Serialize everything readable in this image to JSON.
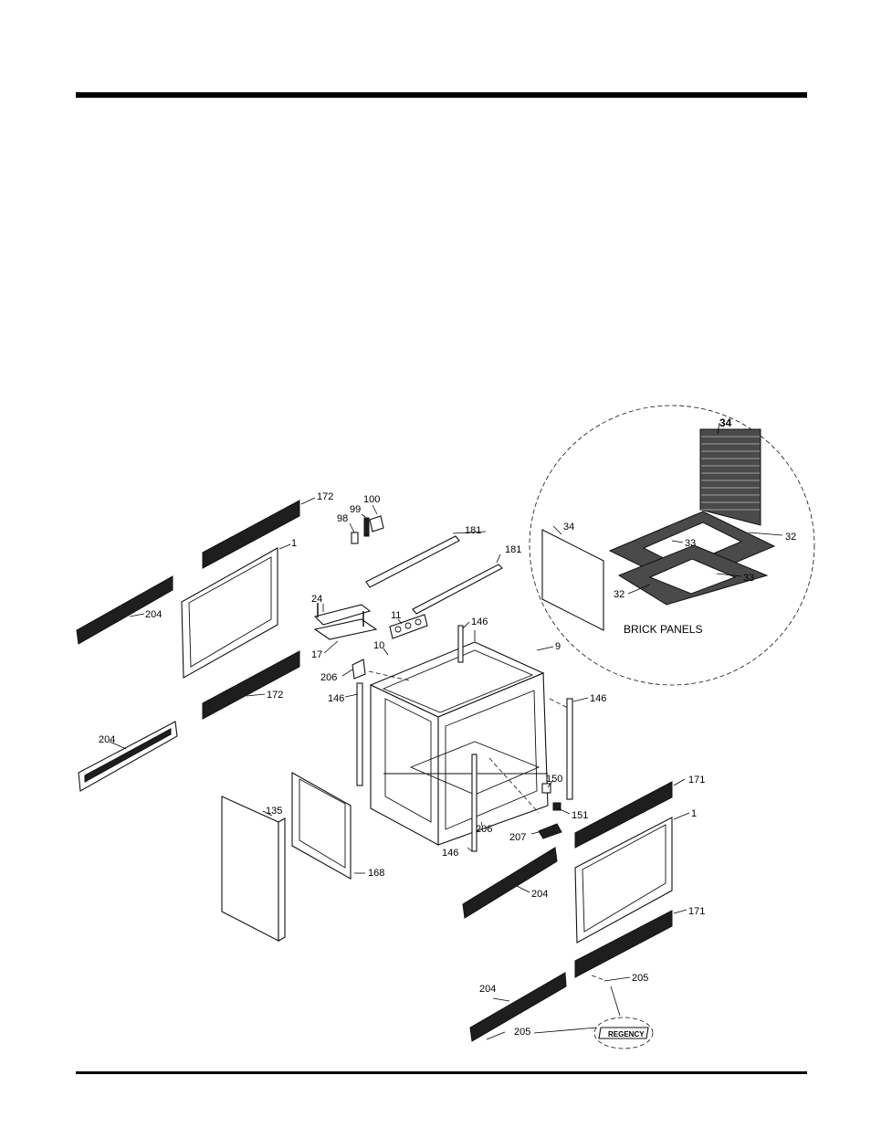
{
  "callouts": {
    "c172a": "172",
    "c100": "100",
    "c99": "99",
    "c98": "98",
    "c1a": "1",
    "c204a": "204",
    "c24": "24",
    "c17": "17",
    "c206a": "206",
    "c172b": "172",
    "c146a": "146",
    "c204b": "204",
    "c135": "135",
    "c168": "168",
    "c181a": "181",
    "c181b": "181",
    "c11": "11",
    "c10": "10",
    "c146b": "146",
    "c9": "9",
    "c146c": "146",
    "c150": "150",
    "c151": "151",
    "c206b": "206",
    "c207": "207",
    "c146d": "146",
    "c204c": "204",
    "c171a": "171",
    "c1b": "1",
    "c171b": "171",
    "c205a": "205",
    "c204d": "204",
    "c205b": "205",
    "c34a": "34",
    "c34b": "34",
    "c32a": "32",
    "c33a": "33",
    "c33b": "33",
    "c32b": "32"
  },
  "brick_panels_label": "BRICK PANELS",
  "logo_text": "REGENCY"
}
